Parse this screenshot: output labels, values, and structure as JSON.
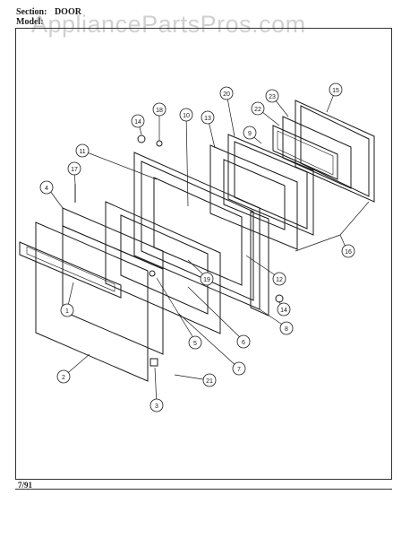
{
  "header": {
    "section_label": "Section:",
    "section_value": "DOOR",
    "model_label": "Model:"
  },
  "watermark": "AppliancePartsPros.com",
  "footer": {
    "date": "7/91"
  },
  "callouts": [
    "1",
    "2",
    "3",
    "4",
    "5",
    "6",
    "7",
    "8",
    "9",
    "10",
    "11",
    "12",
    "13",
    "14",
    "14",
    "15",
    "16",
    "17",
    "18",
    "19",
    "20",
    "21",
    "22",
    "23"
  ],
  "colors": {
    "line": "#1a1a1a",
    "watermark": "#9a9a9a"
  }
}
